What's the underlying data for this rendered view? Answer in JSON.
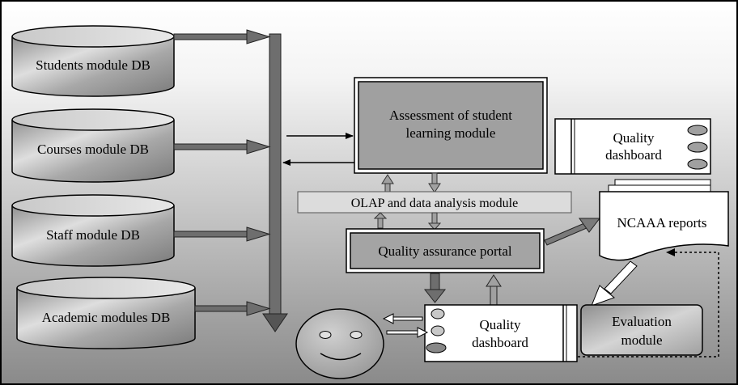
{
  "databases": [
    {
      "id": "students",
      "label": "Students module DB"
    },
    {
      "id": "courses",
      "label": "Courses module DB"
    },
    {
      "id": "staff",
      "label": "Staff module DB"
    },
    {
      "id": "academic",
      "label": "Academic modules DB"
    }
  ],
  "modules": {
    "assessment": {
      "line1": "Assessment of student",
      "line2": "learning module"
    },
    "olap": "OLAP and data analysis module",
    "qa_portal": "Quality assurance portal",
    "evaluation": {
      "line1": "Evaluation",
      "line2": "module"
    },
    "ncaaa_reports": "NCAAA reports"
  },
  "dashboards": [
    {
      "id": "top",
      "line1": "Quality",
      "line2": "dashboard"
    },
    {
      "id": "bottom",
      "line1": "Quality",
      "line2": "dashboard"
    }
  ],
  "colors": {
    "background_top": "#ffffff",
    "background_bottom": "#8a8a8a",
    "module_fill": "#a0a0a0",
    "box_fill": "#dcdcdc",
    "arrow_fill": "#6e6e6e",
    "smiley_fill": "#b4b4b4"
  },
  "icons": [
    "user-smiley-icon"
  ]
}
